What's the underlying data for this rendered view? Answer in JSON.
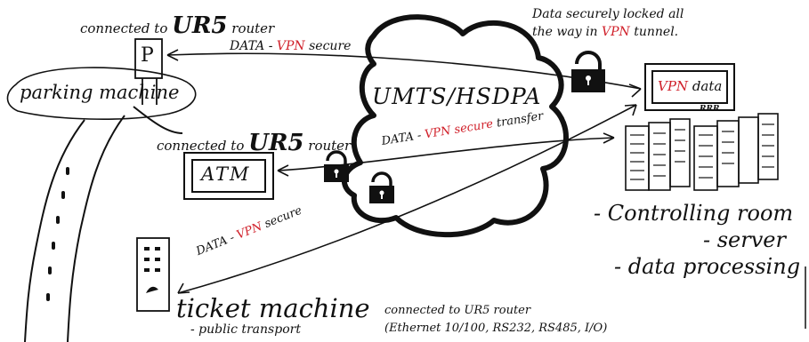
{
  "colors": {
    "ink": "#111111",
    "accent": "#d0202a",
    "background": "#ffffff"
  },
  "labels": {
    "parking_connected": "connected to ",
    "parking_ur5": "UR5",
    "parking_router": " router",
    "parking_machine": "parking machine",
    "parking_icon_letter": "P",
    "data_prefix_1": "DATA - ",
    "vpn_1": "VPN",
    "secure_1": " secure",
    "cloud_label": "UMTS/HSDPA",
    "locked_line1": "Data securely locked all",
    "locked_line2_a": "the way in ",
    "locked_vpn": "VPN",
    "locked_line2_b": " tunnel.",
    "screen_vpn": "VPN",
    "screen_data": " data",
    "rack_label": "RRR",
    "atm_connected": "connected to ",
    "atm_ur5": "UR5",
    "atm_router": " router",
    "atm_label": "ATM",
    "data_prefix_2": "DATA - ",
    "vpn_2": "VPN secure",
    "transfer_2": " transfer",
    "data_prefix_3": "DATA - ",
    "vpn_3": "VPN",
    "secure_3": " secure",
    "control_1": "- Controlling room",
    "control_2": "- server",
    "control_3": "- data processing",
    "ticket_machine": "ticket machine",
    "ticket_connected": "connected to UR5 router",
    "ticket_ports": "(Ethernet 10/100, RS232, RS485, I/O)",
    "public_transport": "- public transport"
  },
  "icons": [
    "parking-machine-icon",
    "padlock-icon",
    "cloud-shape",
    "monitor-icon",
    "server-rack-icon",
    "atm-icon",
    "ticket-machine-icon",
    "road-shape"
  ]
}
